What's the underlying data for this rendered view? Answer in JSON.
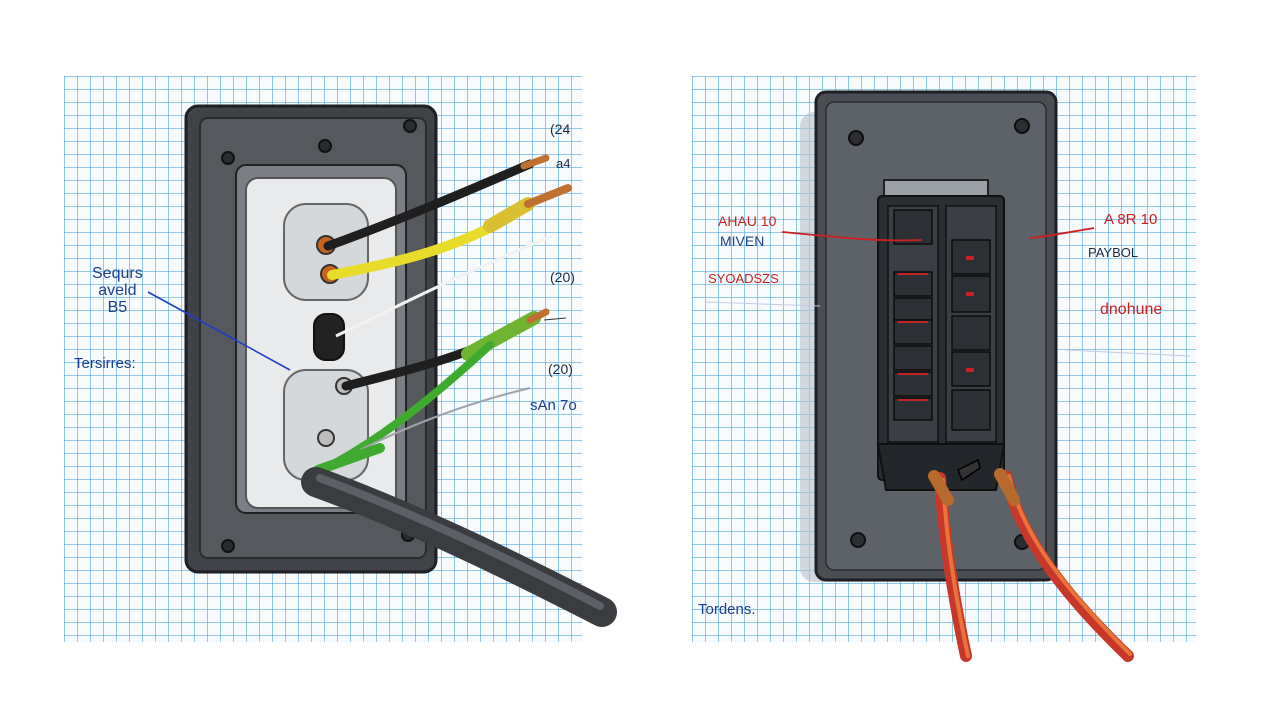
{
  "left_panel": {
    "callout_main": [
      "Sequrs",
      "aveld",
      "B5"
    ],
    "side_label": "Tersirres:",
    "codes": [
      "(24",
      "(20)",
      "(20)"
    ],
    "small_label": "a4",
    "bottom_label": "sAn 7o"
  },
  "right_panel": {
    "left_labels": [
      "AHAU 10",
      "MIVEN",
      "SYOADSZS"
    ],
    "right_labels": [
      "A 8R 10",
      "PAYBOL"
    ],
    "side_label": "dnohune",
    "bottom_label": "Tordens."
  },
  "colors": {
    "grid": "#40a0d6",
    "blue_ink": "#1d3f8f",
    "red_ink": "#cc1f1f",
    "plate": "#4a4d52",
    "wire_yellow": "#e8dc2a",
    "wire_green": "#3eaa2e",
    "wire_copper": "#b86a2c"
  }
}
